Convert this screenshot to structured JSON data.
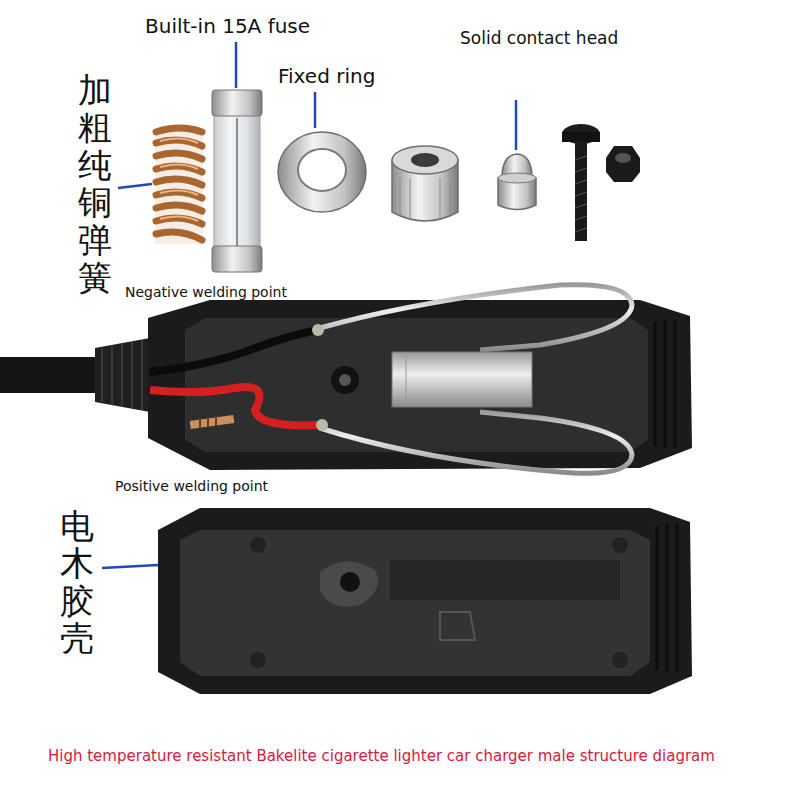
{
  "diagram": {
    "caption": "High temperature resistant Bakelite cigarette lighter car charger male structure diagram",
    "labels": [
      "Built-in 15A fuse",
      "Solid contact head",
      "Fixed ring",
      "加粗纯铜弹簧",
      "Negative welding point",
      "Positive welding point",
      "电木胶壳"
    ]
  }
}
